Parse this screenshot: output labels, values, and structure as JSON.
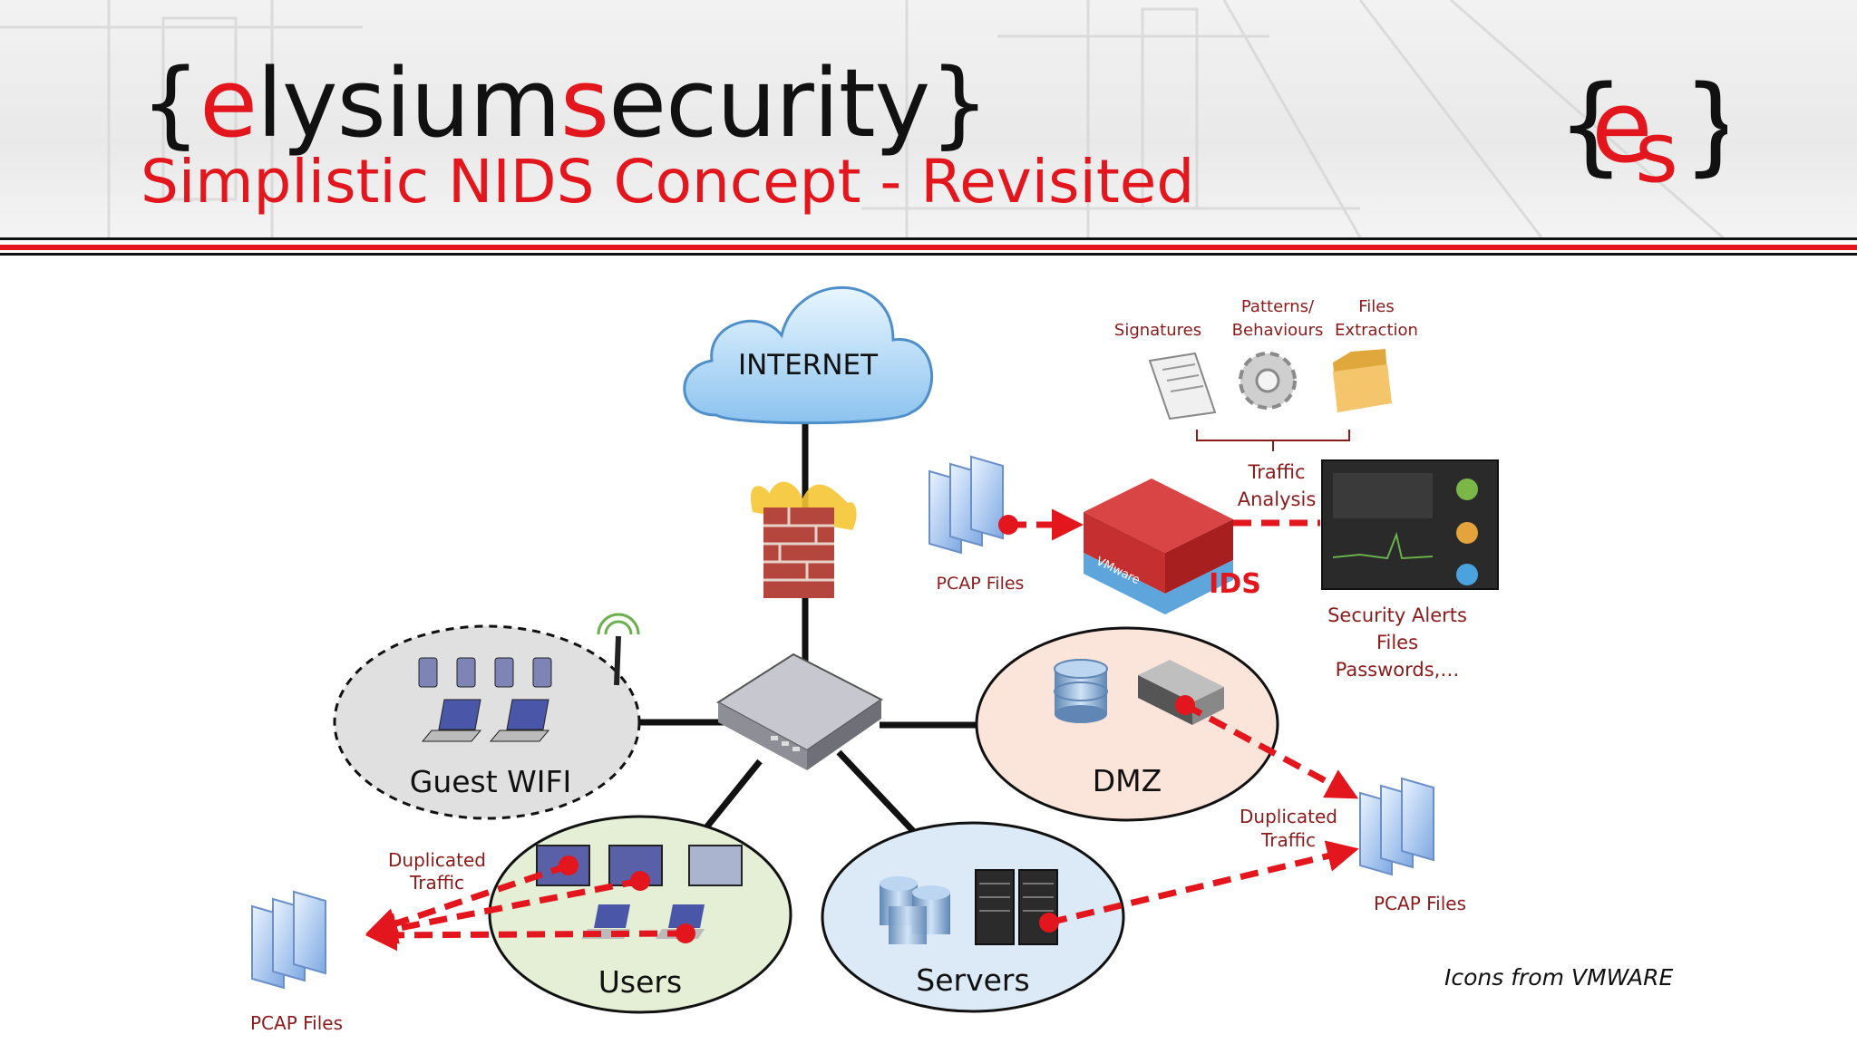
{
  "header": {
    "brand_open": "{",
    "brand_e": "e",
    "brand_lysium": "lysium",
    "brand_s": "s",
    "brand_ecurity": "ecurity",
    "brand_close": "}",
    "subtitle": "Simplistic NIDS Concept - Revisited",
    "logo_text": "{es}"
  },
  "diagram": {
    "internet_label": "INTERNET",
    "zones": {
      "guest_wifi": "Guest WIFI",
      "dmz": "DMZ",
      "users": "Users",
      "servers": "Servers"
    },
    "ids_label": "IDS",
    "vmware_label": "VMware",
    "analysis": {
      "signatures": "Signatures",
      "patterns_1": "Patterns/",
      "patterns_2": "Behaviours",
      "files_1": "Files",
      "files_2": "Extraction",
      "traffic_1": "Traffic",
      "traffic_2": "Analysis"
    },
    "outputs": {
      "line1": "Security Alerts",
      "line2": "Files",
      "line3": "Passwords,…"
    },
    "pcap_label": "PCAP Files",
    "duplicated_1": "Duplicated",
    "duplicated_2": "Traffic"
  },
  "footer": {
    "credit": "Icons from VMWARE"
  },
  "colors": {
    "accent_red": "#e3161d",
    "dark": "#111111"
  }
}
